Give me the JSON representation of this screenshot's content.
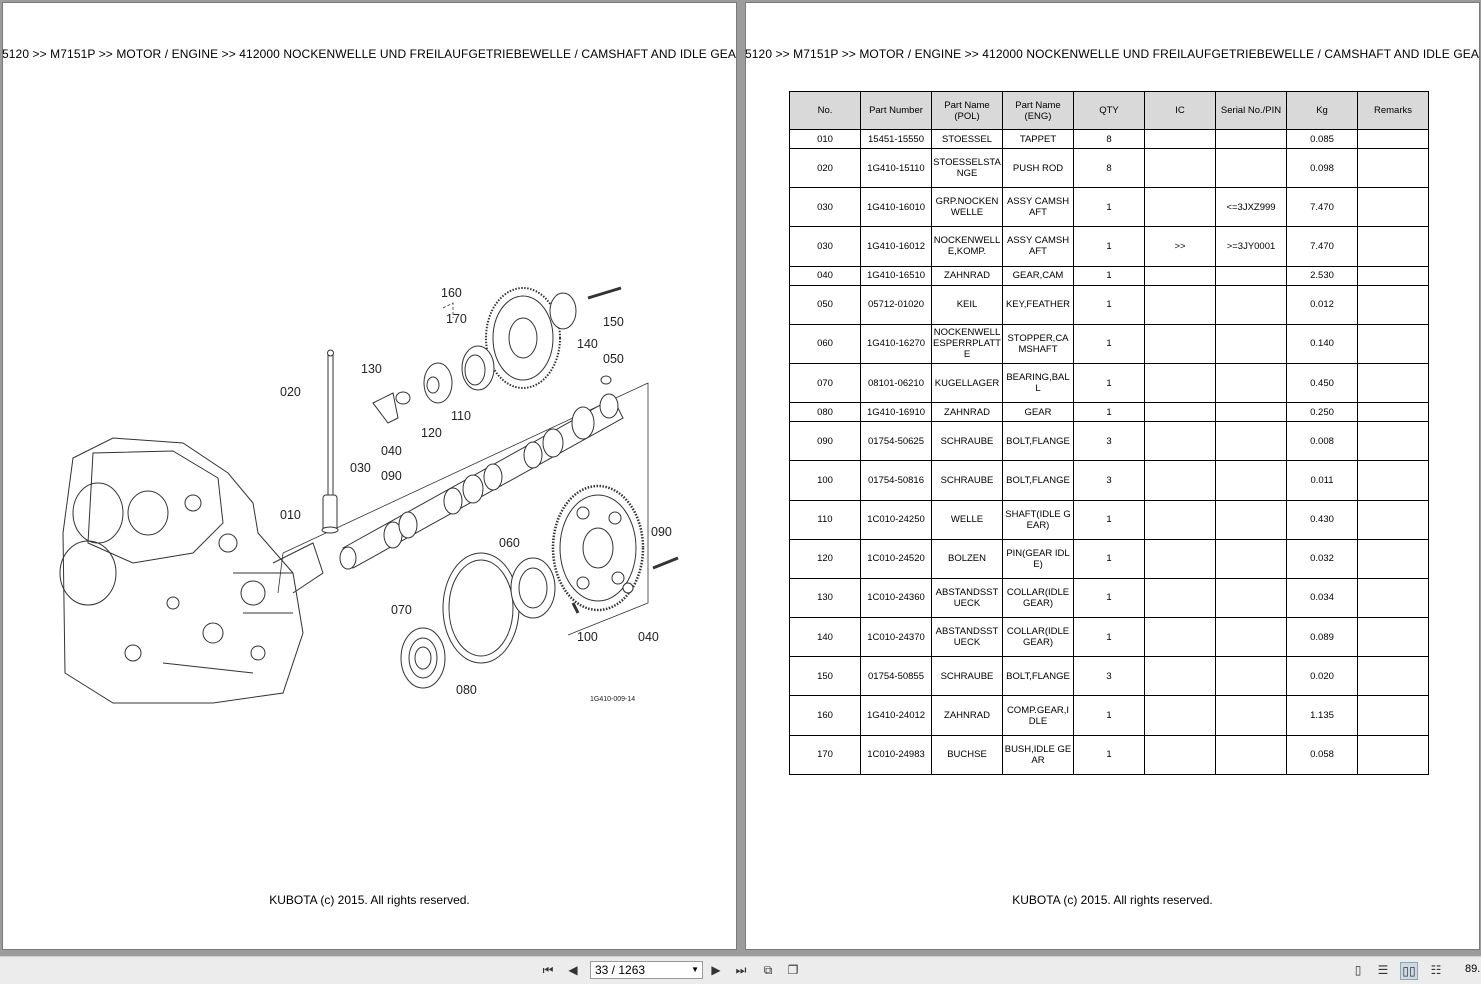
{
  "left_page": {
    "breadcrumb": "5120 >> M7151P >> MOTOR / ENGINE >> 412000    NOCKENWELLE UND FREILAUFGETRIEBEWELLE / CAMSHAFT AND IDLE GEAR SHAFT",
    "footer": "KUBOTA (c) 2015. All rights reserved.",
    "diagram_labels": [
      "160",
      "170",
      "150",
      "140",
      "050",
      "130",
      "020",
      "110",
      "120",
      "040",
      "030",
      "090",
      "010",
      "060",
      "090",
      "070",
      "100",
      "040",
      "080"
    ],
    "drawing_ref": "1G410-009-14"
  },
  "right_page": {
    "breadcrumb": "5120 >> M7151P >> MOTOR / ENGINE >> 412000    NOCKENWELLE UND FREILAUFGETRIEBEWELLE / CAMSHAFT AND IDLE GEAR SHAFT",
    "footer": "KUBOTA (c) 2015. All rights reserved.",
    "table": {
      "headers": [
        "No.",
        "Part Number",
        "Part Name\n(POL)",
        "Part Name\n(ENG)",
        "QTY",
        "IC",
        "Serial No./PIN",
        "Kg",
        "Remarks"
      ],
      "rows": [
        [
          "010",
          "15451-15550",
          "STOESSEL",
          "TAPPET",
          "8",
          "",
          "",
          "0.085",
          ""
        ],
        [
          "020",
          "1G410-15110",
          "STOESSELSTANGE",
          "PUSH ROD",
          "8",
          "",
          "",
          "0.098",
          ""
        ],
        [
          "030",
          "1G410-16010",
          "GRP.NOCKENWELLE",
          "ASSY CAMSHAFT",
          "1",
          "",
          "<=3JXZ999",
          "7.470",
          ""
        ],
        [
          "030",
          "1G410-16012",
          "NOCKENWELLE,KOMP.",
          "ASSY CAMSHAFT",
          "1",
          ">>",
          ">=3JY0001",
          "7.470",
          ""
        ],
        [
          "040",
          "1G410-16510",
          "ZAHNRAD",
          "GEAR,CAM",
          "1",
          "",
          "",
          "2.530",
          ""
        ],
        [
          "050",
          "05712-01020",
          "KEIL",
          "KEY,FEATHER",
          "1",
          "",
          "",
          "0.012",
          ""
        ],
        [
          "060",
          "1G410-16270",
          "NOCKENWELLESPERRPLATTE",
          "STOPPER,CAMSHAFT",
          "1",
          "",
          "",
          "0.140",
          ""
        ],
        [
          "070",
          "08101-06210",
          "KUGELLAGER",
          "BEARING,BALL",
          "1",
          "",
          "",
          "0.450",
          ""
        ],
        [
          "080",
          "1G410-16910",
          "ZAHNRAD",
          "GEAR",
          "1",
          "",
          "",
          "0.250",
          ""
        ],
        [
          "090",
          "01754-50625",
          "SCHRAUBE",
          "BOLT,FLANGE",
          "3",
          "",
          "",
          "0.008",
          ""
        ],
        [
          "100",
          "01754-50816",
          "SCHRAUBE",
          "BOLT,FLANGE",
          "3",
          "",
          "",
          "0.011",
          ""
        ],
        [
          "110",
          "1C010-24250",
          "WELLE",
          "SHAFT(IDLE GEAR)",
          "1",
          "",
          "",
          "0.430",
          ""
        ],
        [
          "120",
          "1C010-24520",
          "BOLZEN",
          "PIN(GEAR IDLE)",
          "1",
          "",
          "",
          "0.032",
          ""
        ],
        [
          "130",
          "1C010-24360",
          "ABSTANDSSTUECK",
          "COLLAR(IDLE GEAR)",
          "1",
          "",
          "",
          "0.034",
          ""
        ],
        [
          "140",
          "1C010-24370",
          "ABSTANDSSTUECK",
          "COLLAR(IDLE GEAR)",
          "1",
          "",
          "",
          "0.089",
          ""
        ],
        [
          "150",
          "01754-50855",
          "SCHRAUBE",
          "BOLT,FLANGE",
          "3",
          "",
          "",
          "0.020",
          ""
        ],
        [
          "160",
          "1G410-24012",
          "ZAHNRAD",
          "COMP.GEAR,IDLE",
          "1",
          "",
          "",
          "1.135",
          ""
        ],
        [
          "170",
          "1C010-24983",
          "BUCHSE",
          "BUSH,IDLE GEAR",
          "1",
          "",
          "",
          "0.058",
          ""
        ]
      ]
    }
  },
  "toolbar": {
    "page_indicator": "33 / 1263",
    "zoom": "89.",
    "icons": [
      "first-page-icon",
      "prev-page-icon",
      "next-page-icon",
      "last-page-icon",
      "copy-page-icon",
      "paste-page-icon",
      "single-page-view-icon",
      "continuous-view-icon",
      "two-page-view-icon",
      "two-page-continuous-view-icon"
    ]
  }
}
